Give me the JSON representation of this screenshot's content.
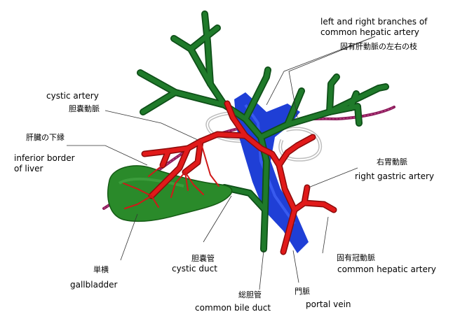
{
  "colors": {
    "bile_duct": "#1f7a2a",
    "bile_duct_dark": "#0e4f18",
    "artery": "#e11a1a",
    "artery_dark": "#8a0a0a",
    "portal_vein": "#1f3fd6",
    "liver_border": "#8a1a5a",
    "gallbladder": "#2a8a2a",
    "gallbladder_dark": "#145a14",
    "leader_line": "#333333"
  },
  "labels": {
    "hepatic_branches_en": [
      "left and right branches of",
      "common hepatic artery"
    ],
    "hepatic_branches_jp": "固有肝動脈の左右の枝",
    "cystic_artery_en": "cystic artery",
    "cystic_artery_jp": "胆嚢動脈",
    "inferior_border_jp": "肝臓の下縁",
    "inferior_border_en": [
      "inferior border",
      "of liver"
    ],
    "right_gastric_jp": "右胃動脈",
    "right_gastric_en": "right gastric artery",
    "gallbladder_jp": "単横",
    "gallbladder_en": "gallbladder",
    "cystic_duct_jp": "胆嚢管",
    "cystic_duct_en": "cystic duct",
    "common_hepatic_jp": "固有冠動脈",
    "common_hepatic_en": "common hepatic artery",
    "portal_vein_jp": "門脈",
    "portal_vein_en": "portal vein",
    "common_bile_jp": "総胆管",
    "common_bile_en": "common bile duct"
  }
}
